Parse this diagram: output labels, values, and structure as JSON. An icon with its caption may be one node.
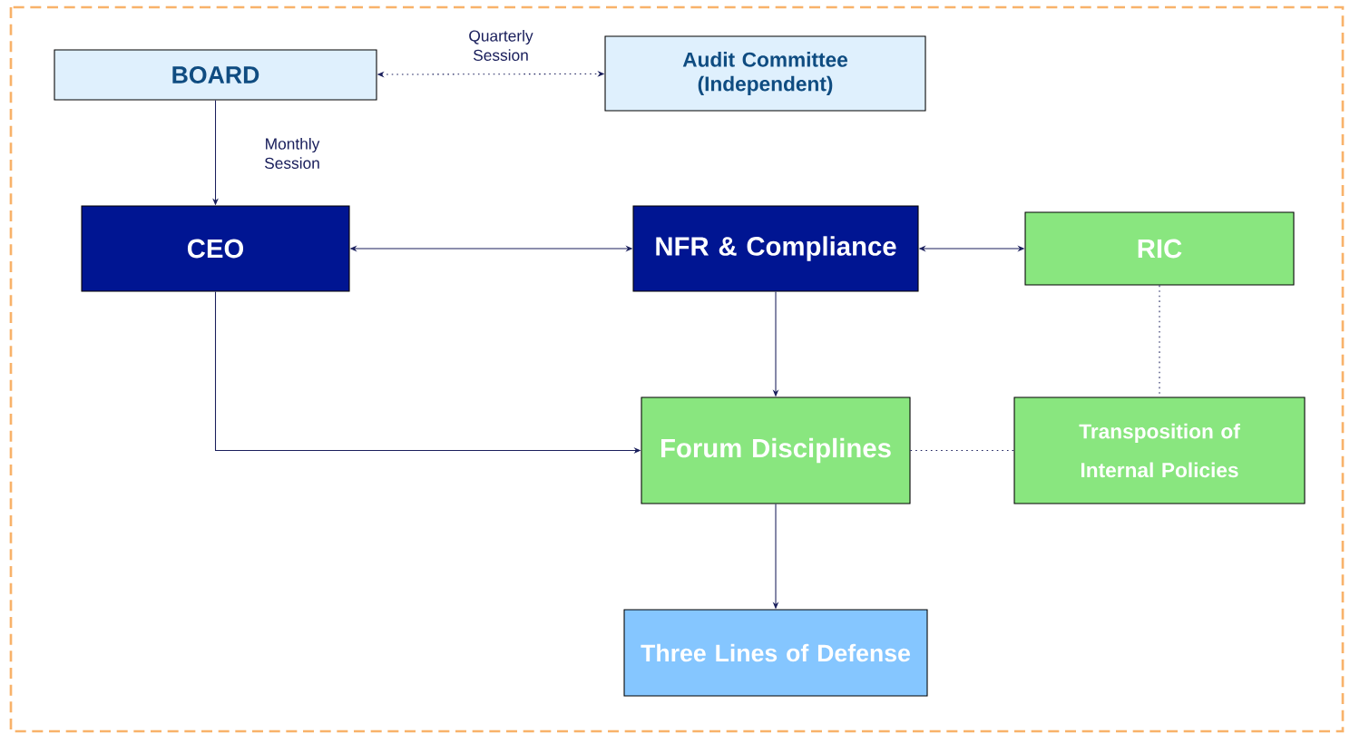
{
  "diagram": {
    "nodes": [
      {
        "text": [
          "BOARD"
        ]
      },
      {
        "text": [
          "Audit Committee (Independent)"
        ]
      },
      {
        "text": [
          "CEO"
        ]
      },
      {
        "text": [
          "NFR & Compliance"
        ]
      },
      {
        "text": [
          "RIC"
        ]
      },
      {
        "text": [
          "Forum Disciplines"
        ]
      },
      {
        "text": [
          "Transposition of Internal Policies"
        ]
      },
      {
        "text": [
          "Three Lines of Defense"
        ]
      }
    ],
    "edges": [
      {
        "from": 0,
        "to": 1,
        "arrow": "both",
        "style": "dashed",
        "label": "Quarterly Session"
      },
      {
        "from": 0,
        "to": 2,
        "arrow": "to",
        "label": "Monthly Session"
      },
      {
        "from": 2,
        "to": 3,
        "arrow": "both"
      },
      {
        "from": 3,
        "to": 4,
        "arrow": "both"
      },
      {
        "from": 3,
        "to": 5,
        "arrow": "to"
      },
      {
        "from": 2,
        "to": 5,
        "arrow": "to"
      },
      {
        "from": 4,
        "to": 6,
        "arrow": "none",
        "style": "dashed"
      },
      {
        "from": 5,
        "to": 6,
        "arrow": "none",
        "style": "dashed"
      },
      {
        "from": 5,
        "to": 7,
        "arrow": "to"
      }
    ]
  }
}
